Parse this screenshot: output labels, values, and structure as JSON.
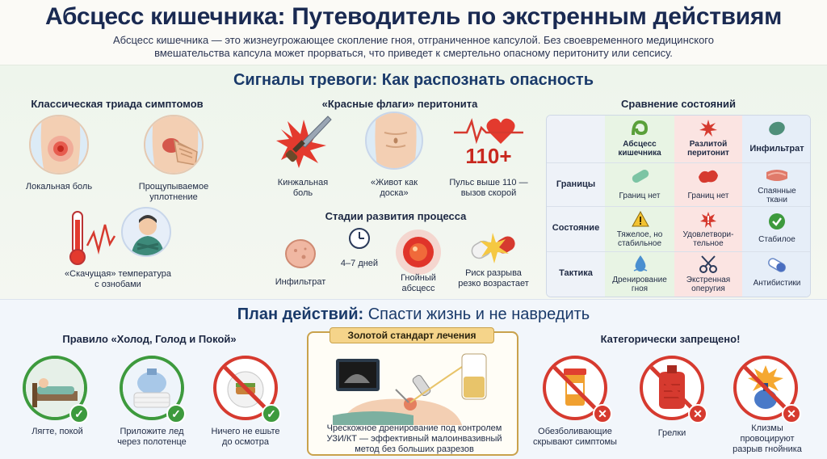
{
  "header": {
    "title": "Абсцесс кишечника: Путеводитель по экстренным действиям",
    "subtitle_line1": "Абсцесс кишечника — это жизнеугрожающее скопление гноя, отграниченное капсулой. Без своевременного медицинского",
    "subtitle_line2": "вмешательства капсула может прорваться, что приведет к смертельно опасному перитониту или сепсису."
  },
  "alarm": {
    "title": "Сигналы тревоги: Как распознать опасность",
    "triad": {
      "title": "Классическая триада симптомов",
      "local_pain": "Локальная боль",
      "palpable_1": "Прощупываемое",
      "palpable_2": "уплотнение",
      "fever_1": "«Скачущая» температура",
      "fever_2": "с ознобами"
    },
    "red_flags": {
      "title": "«Красные флаги» перитонита",
      "dagger_1": "Кинжальная",
      "dagger_2": "боль",
      "board_1": "«Живот как",
      "board_2": "доска»",
      "pulse_value": "110+",
      "pulse_1": "Пульс выше 110 —",
      "pulse_2": "вызов скорой"
    },
    "stages": {
      "title": "Стадии развития процесса",
      "infiltrate": "Инфильтрат",
      "days": "4–7 дней",
      "abscess_1": "Гнойный",
      "abscess_2": "абсцесс",
      "risk_1": "Риск разрыва",
      "risk_2": "резко возрастает"
    },
    "compare": {
      "title": "Сравнение состояний",
      "col_abscess_1": "Абсцесс",
      "col_abscess_2": "кишечника",
      "col_perit_1": "Разлитой",
      "col_perit_2": "перитонит",
      "col_infil": "Инфильтрат",
      "row_borders": "Границы",
      "row_state": "Состояние",
      "row_tactic": "Тактика",
      "b_abscess": "Границ нет",
      "b_perit": "Границ нет",
      "b_infil_1": "Спаянные",
      "b_infil_2": "ткани",
      "s_abscess_1": "Тяжелое, но",
      "s_abscess_2": "стабильное",
      "s_perit_1": "Удовлетвори-",
      "s_perit_2": "тельное",
      "s_infil": "Стабилое",
      "t_abscess_1": "Дренирование",
      "t_abscess_2": "гноя",
      "t_perit_1": "Экстренная",
      "t_perit_2": "оперугия",
      "t_infil": "Антибистики"
    }
  },
  "plan": {
    "title_bold": "План действий:",
    "title_rest": " Спасти жизнь и не навредить",
    "rule": {
      "title": "Правило «Холод, Голод и Покой»",
      "lie": "Лягте, покой",
      "ice_1": "Приложите лед",
      "ice_2": "через полотенце",
      "food_1": "Ничего не ешьте",
      "food_2": "до осмотра"
    },
    "gold": {
      "tab": "Золотой стандарт лечения",
      "text_1": "Чрескожное дренирование под контролем",
      "text_2": "УЗИ/КТ — эффективный малоинвазивный",
      "text_3": "метод без больших разрезов"
    },
    "forbidden": {
      "title": "Категорически запрещено!",
      "pills_1": "Обезболивающие",
      "pills_2": "скрывают симптомы",
      "heat": "Грелки",
      "enema_1": "Клизмы",
      "enema_2": "провоцируют",
      "enema_3": "разрыв гнойника"
    }
  },
  "colors": {
    "navy": "#1a2a52",
    "danger": "#d63a2f",
    "ok": "#3d9a3d",
    "gold": "#c9a24c"
  },
  "icons": [
    "abdomen-pain-icon",
    "palpation-icon",
    "thermometer-icon",
    "chills-person-icon",
    "dagger-icon",
    "rigid-abdomen-icon",
    "heart-pulse-icon",
    "clock-icon",
    "bacteria-icon",
    "pill-icon",
    "warning-icon",
    "check-icon",
    "droplet-icon",
    "scissors-icon",
    "capsule-icon",
    "bed-icon",
    "ice-pack-icon",
    "food-icon",
    "ultrasound-icon",
    "drain-bag-icon",
    "painkiller-bottle-icon",
    "hot-water-bottle-icon",
    "enema-bulb-icon"
  ]
}
